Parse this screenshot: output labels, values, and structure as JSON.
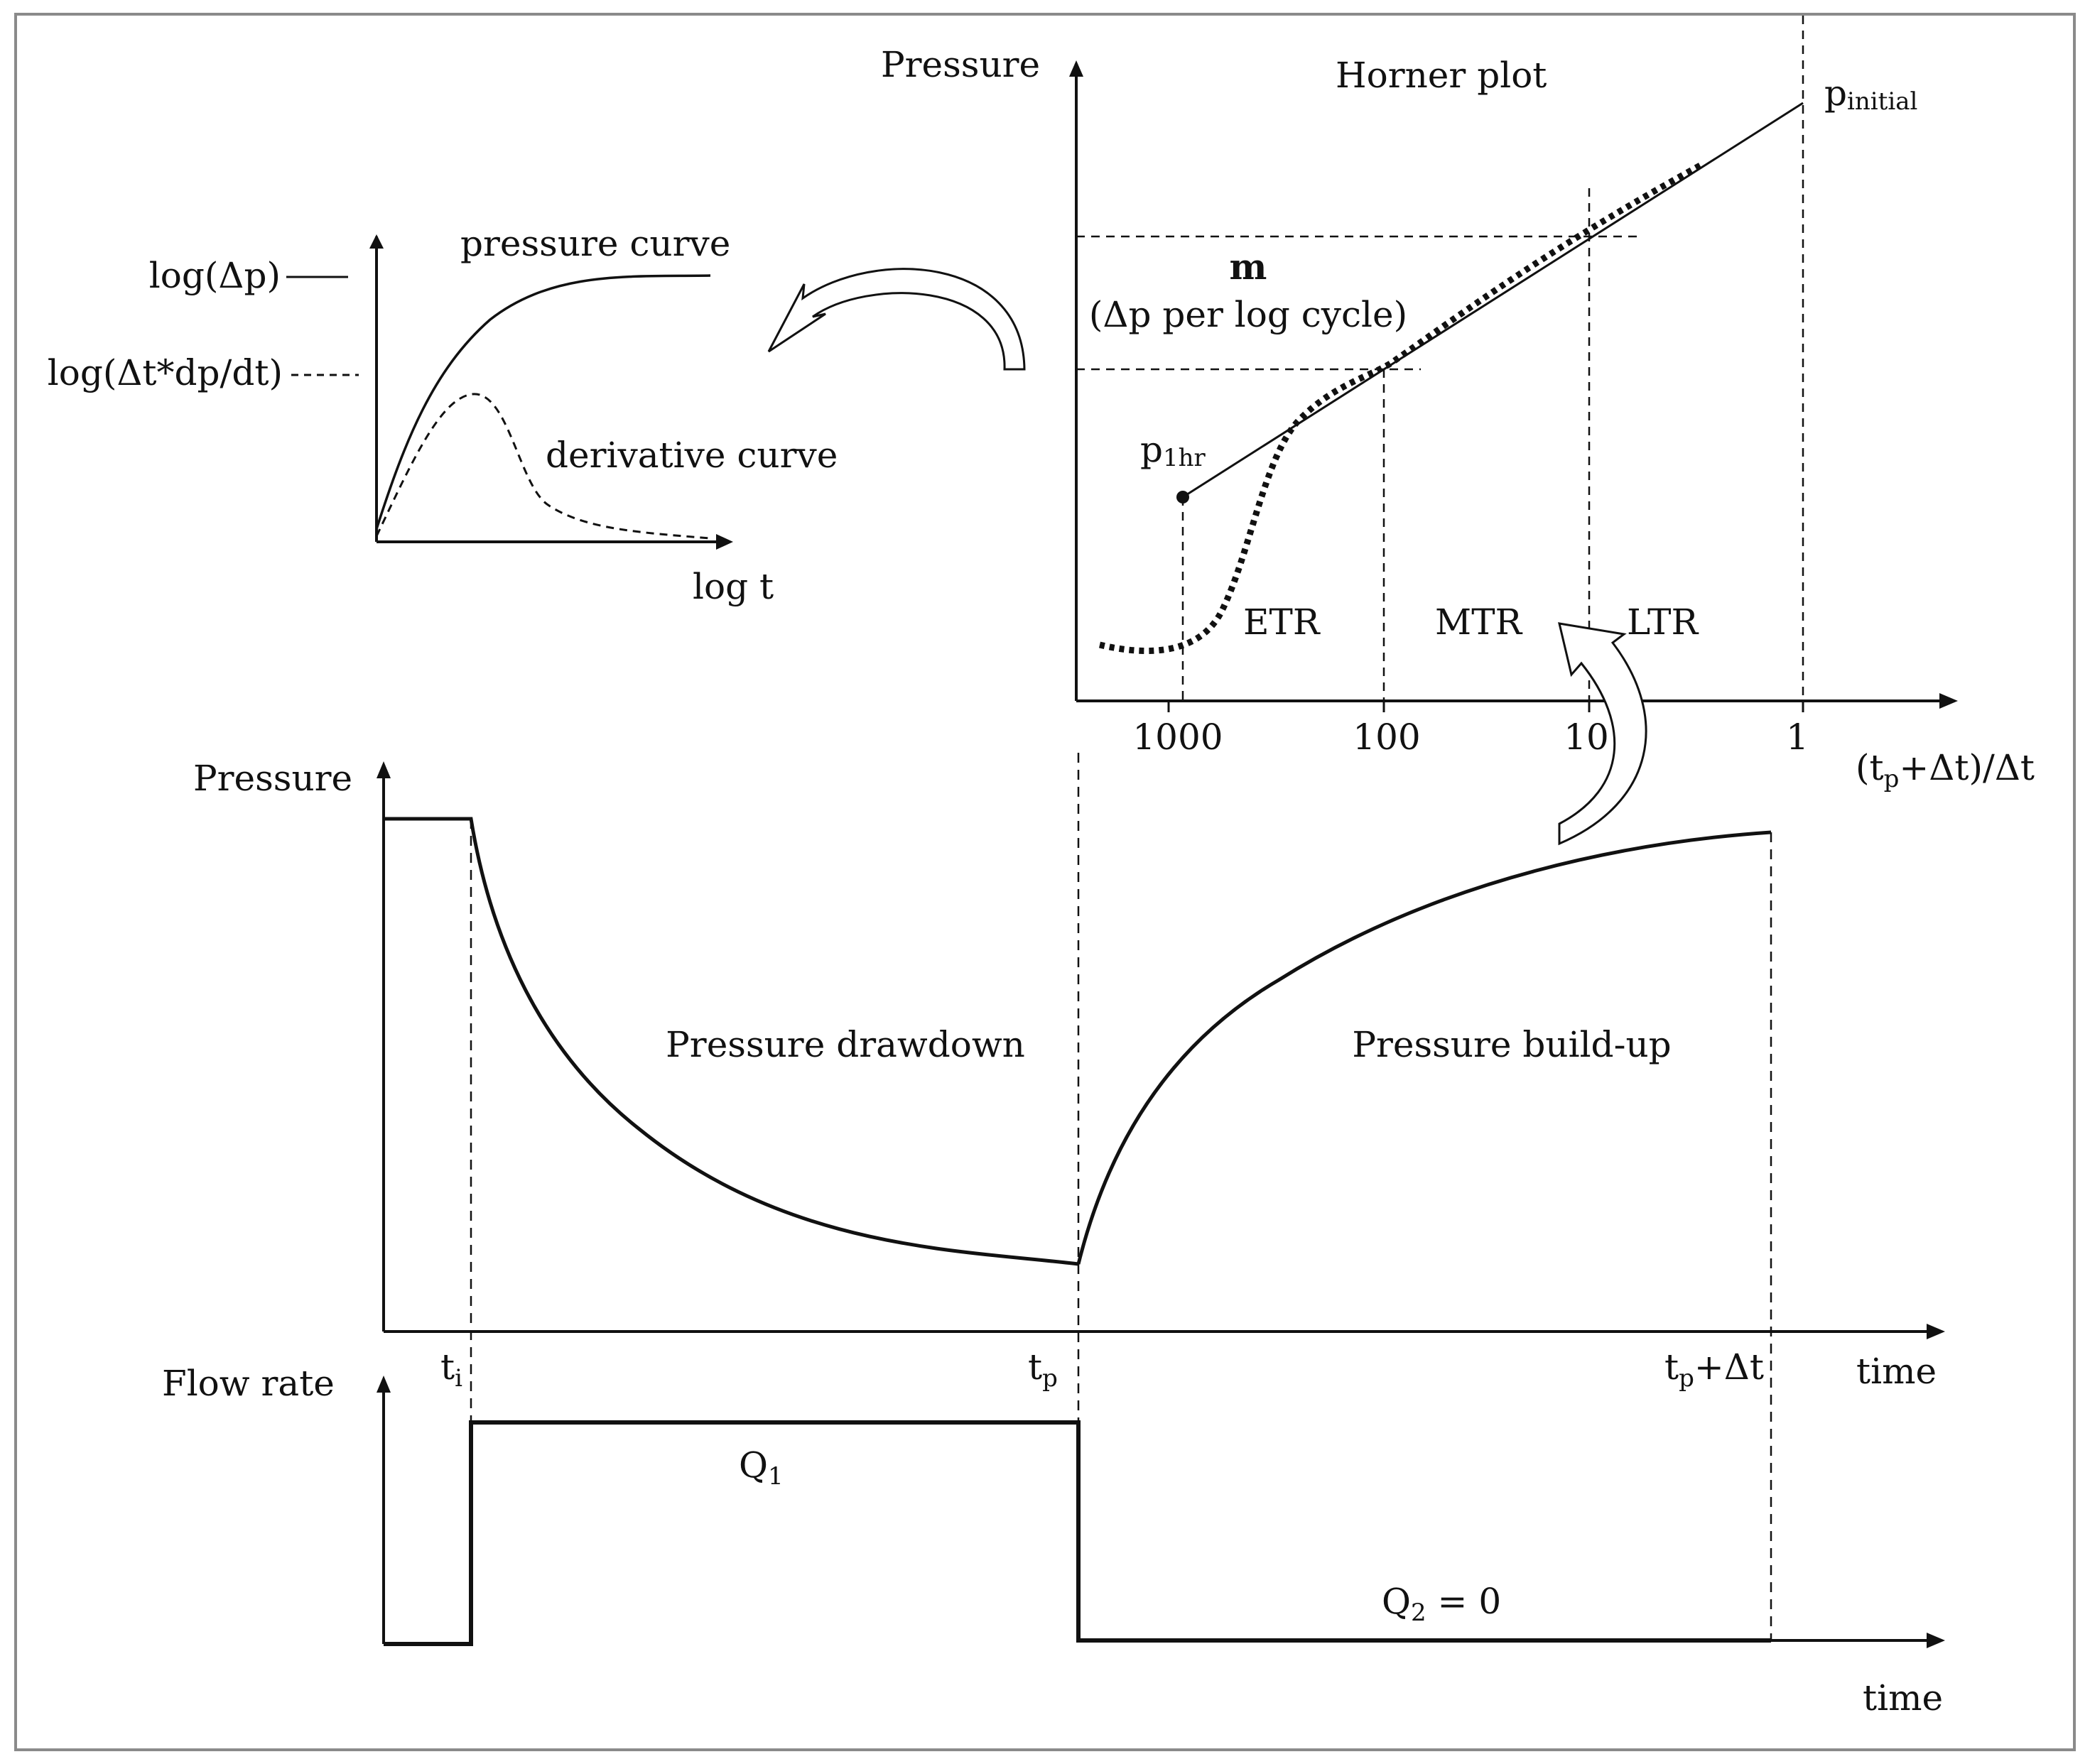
{
  "derivative_plot": {
    "y_label_pressure": "log(Δp)",
    "y_label_derivative": "log(Δt*dp/dt)",
    "x_label": "log t",
    "pressure_curve_label": "pressure curve",
    "derivative_curve_label": "derivative curve"
  },
  "horner_plot": {
    "title": "Horner plot",
    "y_label": "Pressure",
    "x_label_open": "(t",
    "x_label_sub": "p",
    "x_label_close": "+Δt)/Δt",
    "x_ticks": [
      "1000",
      "100",
      "10",
      "1"
    ],
    "slope_label": "m",
    "slope_desc": "(Δp per log cycle)",
    "p1hr_main": "p",
    "p1hr_sub": "1hr",
    "pinitial_main": "p",
    "pinitial_sub": "initial",
    "regions": [
      "ETR",
      "MTR",
      "LTR"
    ]
  },
  "pressure_panel": {
    "y_label": "Pressure",
    "drawdown_label": "Pressure drawdown",
    "buildup_label": "Pressure build-up",
    "x_label": "time",
    "ti_main": "t",
    "ti_sub": "i",
    "tp_main": "t",
    "tp_sub": "p",
    "tpdt_main": "t",
    "tpdt_sub": "p",
    "tpdt_rest": "+Δt"
  },
  "flow_panel": {
    "y_label": "Flow rate",
    "x_label": "time",
    "q1_main": "Q",
    "q1_sub": "1",
    "q2_main": "Q",
    "q2_sub": "2",
    "q2_rest": " = 0"
  },
  "colors": {
    "line": "#111111",
    "frame": "#8a8a8a"
  }
}
